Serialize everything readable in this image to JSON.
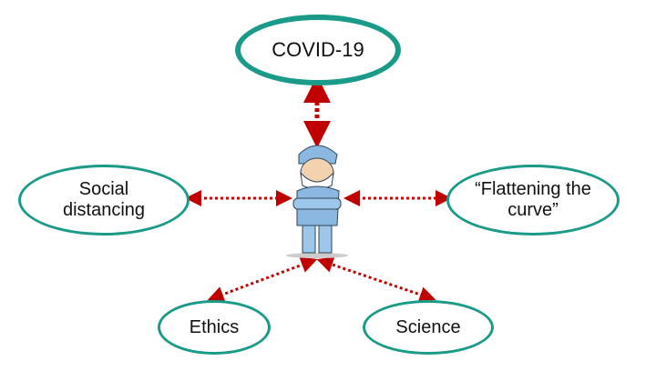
{
  "nodes": {
    "center": "COVID-19",
    "left": "Social distancing",
    "right": "“Flattening the curve”",
    "bottom_left": "Ethics",
    "bottom_right": "Science"
  },
  "colors": {
    "border": "#1a9a88",
    "arrow": "#c00000"
  }
}
